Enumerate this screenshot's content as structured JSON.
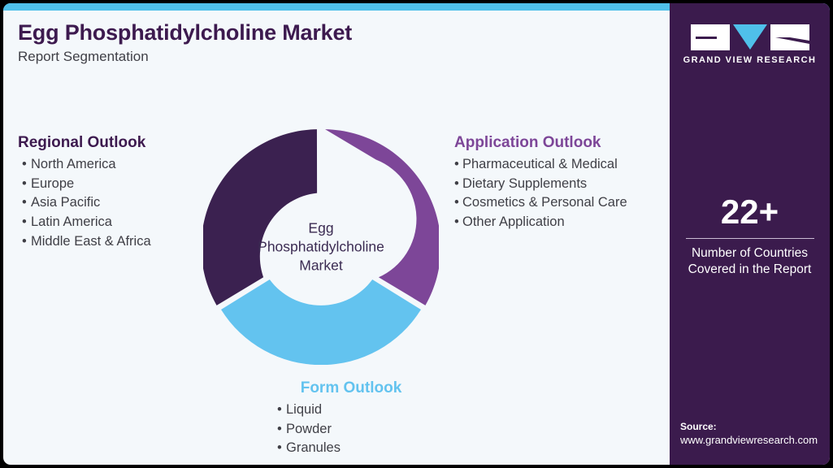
{
  "header": {
    "title": "Egg Phosphatidylcholine Market",
    "subtitle": "Report Segmentation"
  },
  "colors": {
    "page_background": "#000000",
    "card_background": "#f4f8fb",
    "accent_bar": "#4fc0ea",
    "dark_purple": "#3b2150",
    "purple": "#7d4698",
    "blue": "#63c3ef",
    "sidebar_background": "#3b1b4d",
    "title": "#3d1a4f",
    "body_text": "#3f3f46"
  },
  "regional_outlook": {
    "heading": "Regional Outlook",
    "bullet": "•",
    "items": [
      "North America",
      "Europe",
      "Asia Pacific",
      "Latin America",
      "Middle East & Africa"
    ]
  },
  "application_outlook": {
    "heading": "Application Outlook",
    "bullet": "•",
    "items": [
      "Pharmaceutical & Medical",
      "Dietary Supplements",
      "Cosmetics & Personal Care",
      "Other Application"
    ]
  },
  "form_outlook": {
    "heading": "Form Outlook",
    "bullet": "•",
    "items": [
      "Liquid",
      "Powder",
      "Granules"
    ]
  },
  "donut": {
    "center_line1": "Egg",
    "center_line2": "Phosphatidylcholine",
    "center_line3": "Market"
  },
  "chart_data": {
    "type": "pie",
    "title": "Egg Phosphatidylcholine Market",
    "subtype": "donut",
    "categories": [
      "Application Outlook",
      "Form Outlook",
      "Regional Outlook"
    ],
    "values": [
      33.3,
      33.3,
      33.3
    ],
    "colors": [
      "#7d4698",
      "#63c3ef",
      "#3b2150"
    ],
    "legend": "none",
    "center_label": "Egg Phosphatidylcholine Market",
    "notes": "Three equal segments of 120 degrees each, separated by small gaps; first segment starts at 12 o'clock going clockwise."
  },
  "sidebar": {
    "logo": {
      "wordmark": "GRAND VIEW RESEARCH",
      "mark_letters": [
        "G",
        "V",
        "R"
      ]
    },
    "stat": {
      "value": "22+",
      "label_line1": "Number of Countries",
      "label_line2": "Covered in the Report"
    },
    "source": {
      "title": "Source:",
      "url": "www.grandviewresearch.com"
    }
  }
}
